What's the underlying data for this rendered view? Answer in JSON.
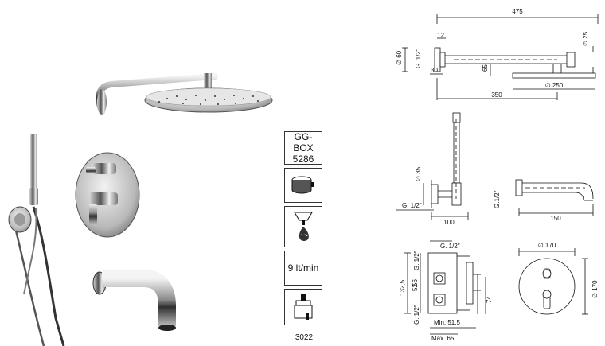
{
  "icons": {
    "box_name": "GG-BOX",
    "box_code": "5286",
    "flow_rate": "9 lt/min",
    "cartridge_code": "3022"
  },
  "drawing_head": {
    "width_total": "475",
    "flange_12": "12",
    "dia_25": "∅ 25",
    "dia_60": "∅ 60",
    "thread": "G. 1/2\"",
    "depth_30": "30",
    "drop_65": "65",
    "dia_250": "∅ 250",
    "arm_350": "350"
  },
  "drawing_hand": {
    "dia_35": "∅ 35",
    "thread": "G. 1/2\"",
    "dim_100": "100"
  },
  "drawing_spout": {
    "thread": "G.1/2\"",
    "dim_150": "150"
  },
  "drawing_box": {
    "thread_top": "G. 1/2\"",
    "thread_left_top": "G. 1/2\"",
    "thread_left_bottom": "G. 1/2\"",
    "h_132": "132,5",
    "h_56": "56",
    "h_52": "52",
    "h_74": "74",
    "min": "Min. 51,5",
    "max": "Max. 65"
  },
  "drawing_plate": {
    "dia_170_top": "∅ 170",
    "dia_170_side": "∅ 170"
  }
}
